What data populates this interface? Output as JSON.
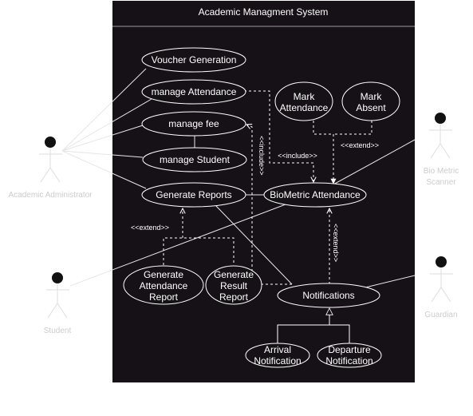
{
  "system": {
    "title": "Academic Managment System"
  },
  "actors": {
    "admin": "Academic Administrator",
    "student": "Student",
    "scanner": [
      "Bio Metric",
      "Scanner"
    ],
    "guardian": "Guardian"
  },
  "use_cases": {
    "voucher": "Voucher Generation",
    "attendance": "manage Attendance",
    "fee": "manage fee",
    "student": "manage Student",
    "reports": "Generate Reports",
    "biometric": "BioMetric Attendance",
    "mark_attendance": [
      "Mark",
      "Attendance"
    ],
    "mark_absent": [
      "Mark",
      "Absent"
    ],
    "gen_attendance_report": [
      "Generate",
      "Attendance",
      "Report"
    ],
    "gen_result_report": [
      "Generate",
      "Result",
      "Report"
    ],
    "notifications": "Notifications",
    "arrival": [
      "Arrival",
      "Notification"
    ],
    "departure": [
      "Departure",
      "Notification"
    ]
  },
  "relations": {
    "include_horizontal": "<<include>>",
    "include_vertical": "<<include>>",
    "extend_mark": "<<extend>>",
    "extend_reports": "<<extend>>",
    "extend_vertical": "<<extend>>"
  },
  "colors": {
    "boundary": "#161116",
    "stroke": "#ffffff",
    "actor": "#111111",
    "actor_outline": "#dddddd",
    "actor_label": "#cccccc",
    "assoc_line": "#e6e6e6"
  }
}
